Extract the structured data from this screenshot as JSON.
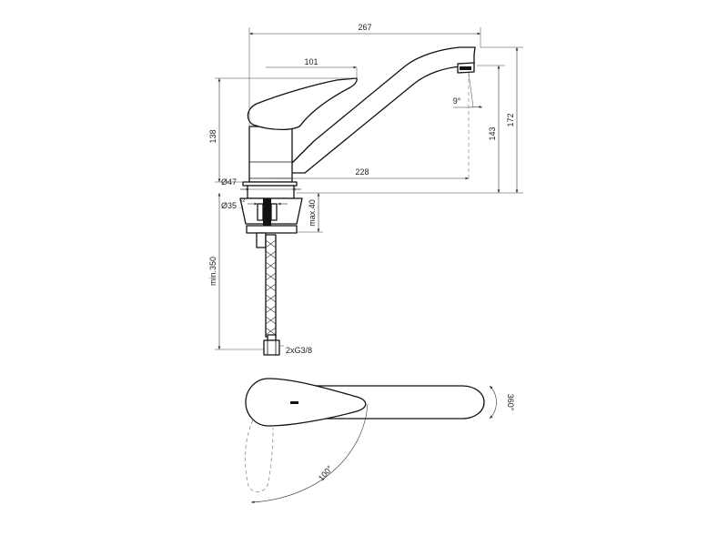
{
  "dimensions": {
    "overall_length": "267",
    "lever_length": "101",
    "spout_angle": "9°",
    "body_height": "138",
    "spout_height": "143",
    "overall_height": "172",
    "spout_reach": "228",
    "body_diameter": "Ø47",
    "hole_diameter": "Ø35",
    "hole_tolerance_plus": "+2",
    "hole_tolerance_minus": "-1",
    "max_deck_thickness": "max.40",
    "hose_length": "min.350",
    "connections": "2xG3/8",
    "swivel_angle": "360°",
    "lever_angle": "100°"
  },
  "colors": {
    "line": "#111111",
    "dimension": "#333333",
    "ghost": "#999999",
    "background": "#ffffff"
  }
}
